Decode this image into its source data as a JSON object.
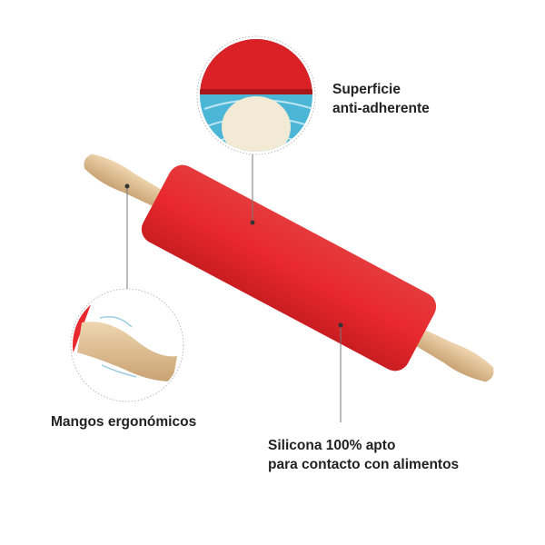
{
  "callouts": {
    "surface": {
      "line1": "Superficie",
      "line2": "anti-adherente"
    },
    "handles": {
      "line1": "Mangos ergonómicos"
    },
    "material": {
      "line1": "Silicona 100% apto",
      "line2": "para contacto con alimentos"
    }
  },
  "colors": {
    "silicone": "#e8282c",
    "wood": "#e2c49a",
    "mat": "#4bb6d6"
  }
}
